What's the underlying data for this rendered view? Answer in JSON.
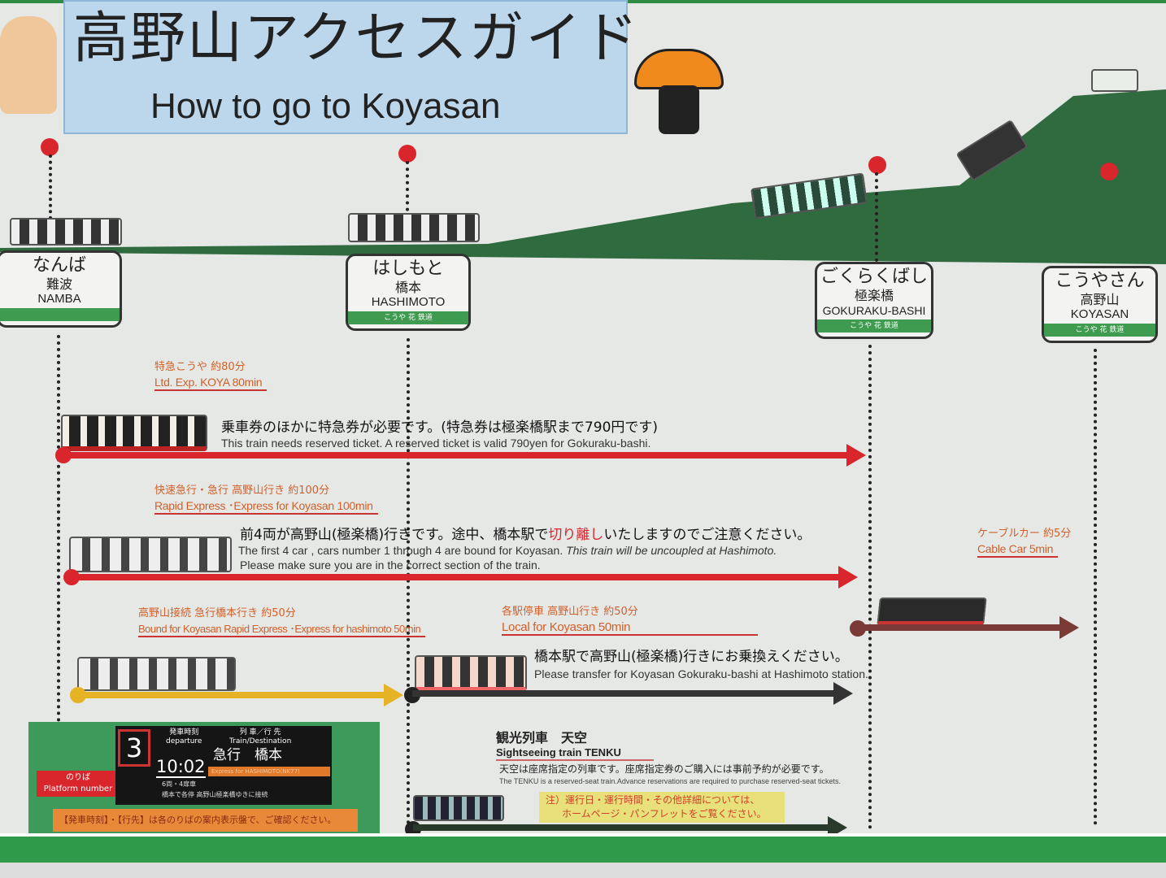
{
  "title": {
    "jp": "高野山アクセスガイド",
    "en": "How to go to Koyasan"
  },
  "stations": [
    {
      "kana": "なんば",
      "kanji": "難波",
      "en": "NAMBA"
    },
    {
      "kana": "はしもと",
      "kanji": "橋本",
      "en": "HASHIMOTO",
      "logo": "こうや 花 鉄道"
    },
    {
      "kana": "ごくらくばし",
      "kanji": "極楽橋",
      "en": "GOKURAKU-BASHI",
      "logo": "こうや 花 鉄道"
    },
    {
      "kana": "こうやさん",
      "kanji": "高野山",
      "en": "KOYASAN",
      "logo": "こうや 花 鉄道"
    }
  ],
  "routes": {
    "ltd": {
      "label_jp": "特急こうや 約80分",
      "label_en": "Ltd. Exp. KOYA  80min",
      "msg_jp": "乗車券のほかに特急券が必要です。(特急券は極楽橋駅まで790円です)",
      "msg_en": "This train needs reserved ticket. A reserved ticket is valid 790yen for Gokuraku-bashi."
    },
    "rapid": {
      "label_jp": "快速急行・急行 高野山行き 約100分",
      "label_en": "Rapid Express ･Express for Koyasan  100min",
      "msg_jp_a": "前4両が高野山(極楽橋)行きです。途中、橋本駅で",
      "msg_jp_b": "切り離し",
      "msg_jp_c": "いたしますのでご注意ください。",
      "msg_en_1": "The first 4 car , cars number 1 through 4 are bound for Koyasan.",
      "msg_en_1b": "This train will be uncoupled at Hashimoto.",
      "msg_en_2": "Please make sure you are in the correct section of the train."
    },
    "bound": {
      "label_jp": "高野山接続 急行橋本行き 約50分",
      "label_en": "Bound for Koyasan Rapid Express ･Express for hashimoto  50min"
    },
    "local": {
      "label_jp": "各駅停車 高野山行き 約50分",
      "label_en": "Local for Koyasan  50min",
      "msg_jp": "橋本駅で高野山(極楽橋)行きにお乗換えください。",
      "msg_en": "Please transfer for Koyasan Gokuraku-bashi at Hashimoto station."
    },
    "cable": {
      "label_jp": "ケーブルカー 約5分",
      "label_en": "Cable Car  5min"
    },
    "tenku": {
      "title_jp": "観光列車　天空",
      "title_en": "Sightseeing  train  TENKU",
      "msg_jp": "天空は座席指定の列車です。座席指定券のご購入には事前予約が必要です。",
      "msg_en": "The TENKU is a reserved-seat train.Advance reservations are required to purchase reserved-seat tickets.",
      "note_1": "注）運行日・運行時間・その他詳細については、",
      "note_2": "ホームページ・パンフレットをご覧ください。"
    }
  },
  "platform": {
    "number": "3",
    "label_jp": "のりば",
    "label_en": "Platform  number",
    "dep_jp": "発車時刻",
    "dep_en": "departure",
    "dest_jp": "列 車／行 先",
    "dest_en": "Train/Destination",
    "train": "急行　橋本",
    "time": "10:02",
    "express_en": "Express   for HASHIMOTO(NK77)",
    "cars": "6両・4扉車",
    "connect": "橋本で各停 高野山極楽橋ゆきに接続",
    "notice": "【発車時刻】・【行先】は各のりばの案内表示盤で、ご確認ください。"
  },
  "colors": {
    "red": "#d8262c",
    "green": "#2f7a44",
    "yellow": "#e6b325",
    "dark": "#333333",
    "cable": "#7a3a35"
  }
}
